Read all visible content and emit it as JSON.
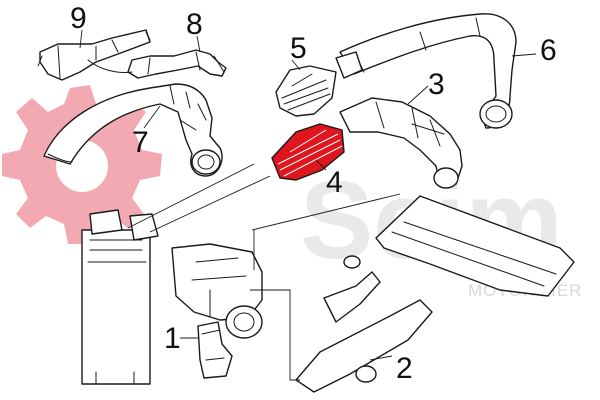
{
  "watermark": {
    "brand": "Seim",
    "tagline": "MOTORMIER",
    "color": "#f2a9b2",
    "text_color": "#e9e9e9"
  },
  "highlight_color": "#e0161e",
  "callouts": [
    {
      "id": "1",
      "label": "1"
    },
    {
      "id": "2",
      "label": "2"
    },
    {
      "id": "3",
      "label": "3"
    },
    {
      "id": "4",
      "label": "4"
    },
    {
      "id": "5",
      "label": "5"
    },
    {
      "id": "6",
      "label": "6"
    },
    {
      "id": "7",
      "label": "7"
    },
    {
      "id": "8",
      "label": "8"
    },
    {
      "id": "9",
      "label": "9"
    }
  ]
}
